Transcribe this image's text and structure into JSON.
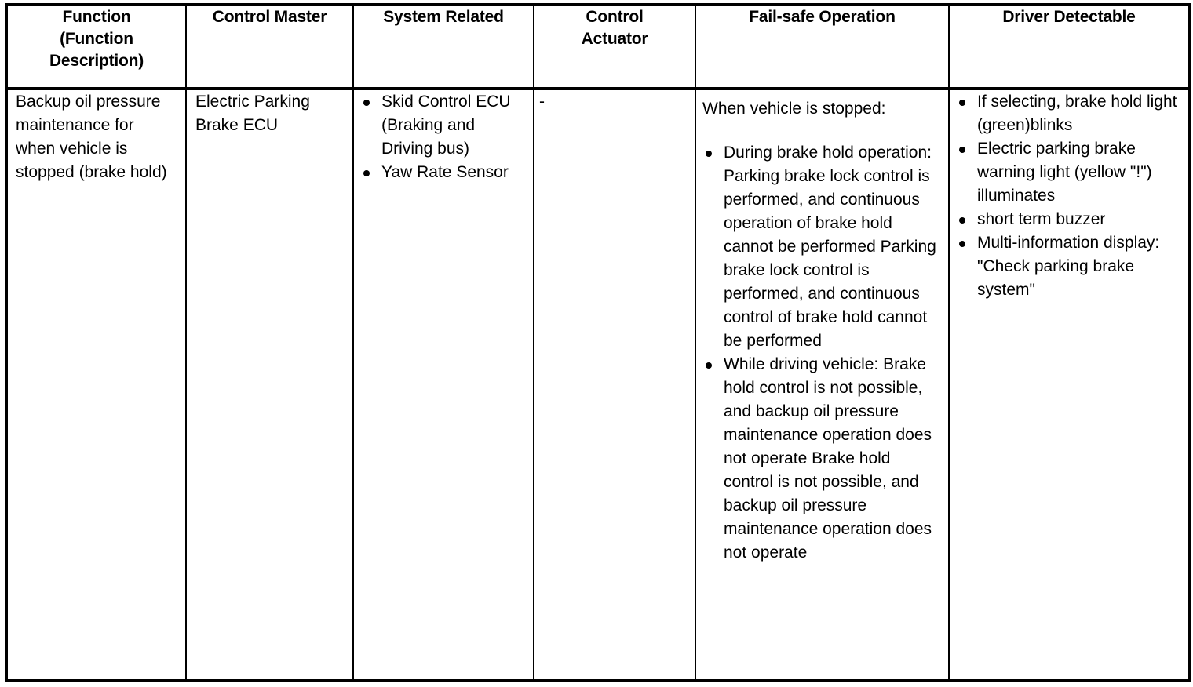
{
  "table": {
    "columns": [
      {
        "key": "function",
        "header": "Function\n(Function\nDescription)"
      },
      {
        "key": "control_master",
        "header": "Control Master"
      },
      {
        "key": "system_related",
        "header": "System Related"
      },
      {
        "key": "control_actuator",
        "header": "Control\nActuator"
      },
      {
        "key": "fail_safe",
        "header": "Fail-safe Operation"
      },
      {
        "key": "driver_detectable",
        "header": "Driver Detectable"
      }
    ],
    "rows": [
      {
        "function": "Backup oil pressure maintenance for when vehicle is stopped (brake hold)",
        "control_master": "Electric Parking Brake ECU",
        "system_related": [
          "Skid Control ECU (Braking and Driving bus)",
          "Yaw Rate Sensor"
        ],
        "control_actuator": "-",
        "fail_safe": {
          "intro": "When vehicle is stopped:",
          "items": [
            "During brake hold operation: Parking brake lock control is performed, and continuous operation of brake hold cannot be performed Parking brake lock control is performed, and continuous control of brake hold cannot be performed",
            "While driving vehicle: Brake hold control is not possible, and backup oil pressure maintenance operation does not operate Brake hold control is not possible, and backup oil pressure maintenance operation does not operate"
          ]
        },
        "driver_detectable": [
          "If selecting, brake hold light (green)blinks",
          "Electric parking brake warning light (yellow \"!\") illuminates",
          "short term buzzer",
          "Multi-information display: \"Check parking brake system\""
        ]
      }
    ]
  },
  "colors": {
    "border": "#000000",
    "text": "#000000",
    "background": "#ffffff"
  }
}
